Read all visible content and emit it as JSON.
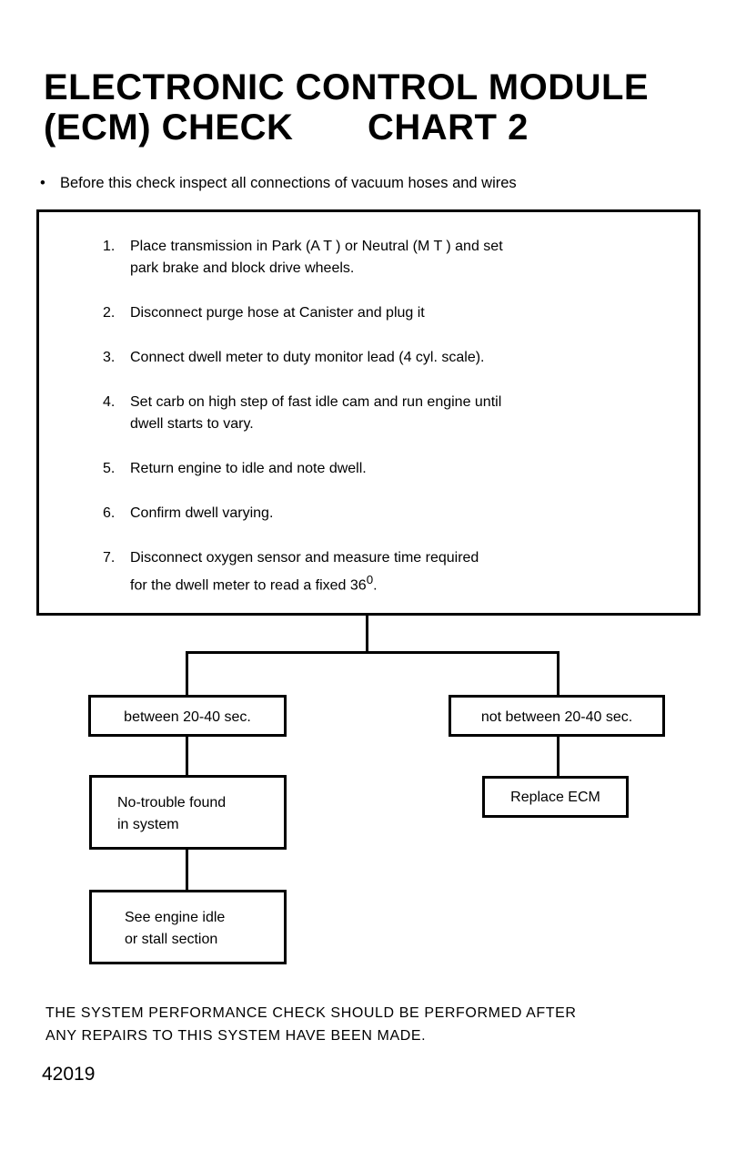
{
  "title": {
    "line1": "ELECTRONIC CONTROL MODULE",
    "line2_left": "(ECM) CHECK",
    "line2_right": "CHART 2"
  },
  "pre_note": {
    "bullet": "•",
    "text": "Before this check inspect all connections of vacuum hoses and wires"
  },
  "steps": [
    {
      "num": "1.",
      "line1": "Place transmission in Park (A T ) or Neutral (M T ) and set",
      "line2": "park brake and block drive wheels."
    },
    {
      "num": "2.",
      "line1": "Disconnect purge hose at Canister and plug it",
      "line2": ""
    },
    {
      "num": "3.",
      "line1": "Connect dwell meter to duty monitor lead (4 cyl. scale).",
      "line2": ""
    },
    {
      "num": "4.",
      "line1": "Set carb on high step of fast idle cam and run engine until",
      "line2": "dwell starts to vary."
    },
    {
      "num": "5.",
      "line1": "Return engine to idle and note dwell.",
      "line2": ""
    },
    {
      "num": "6.",
      "line1": "Confirm dwell varying.",
      "line2": ""
    },
    {
      "num": "7.",
      "line1": "Disconnect oxygen sensor and measure time required",
      "line2": "for the dwell meter to read a fixed 36",
      "sup": "0",
      "suffix": "."
    }
  ],
  "branches": {
    "left": {
      "label": "between 20-40 sec."
    },
    "right": {
      "label": "not between 20-40 sec."
    }
  },
  "results": {
    "no_trouble": {
      "line1": "No-trouble found",
      "line2": "in system"
    },
    "replace": {
      "label": "Replace ECM"
    },
    "see_engine": {
      "line1": "See engine idle",
      "line2": "or stall section"
    }
  },
  "footer": {
    "line1": "THE SYSTEM PERFORMANCE CHECK SHOULD BE PERFORMED AFTER",
    "line2": "ANY REPAIRS TO THIS SYSTEM HAVE BEEN MADE."
  },
  "ref_number": "42019"
}
